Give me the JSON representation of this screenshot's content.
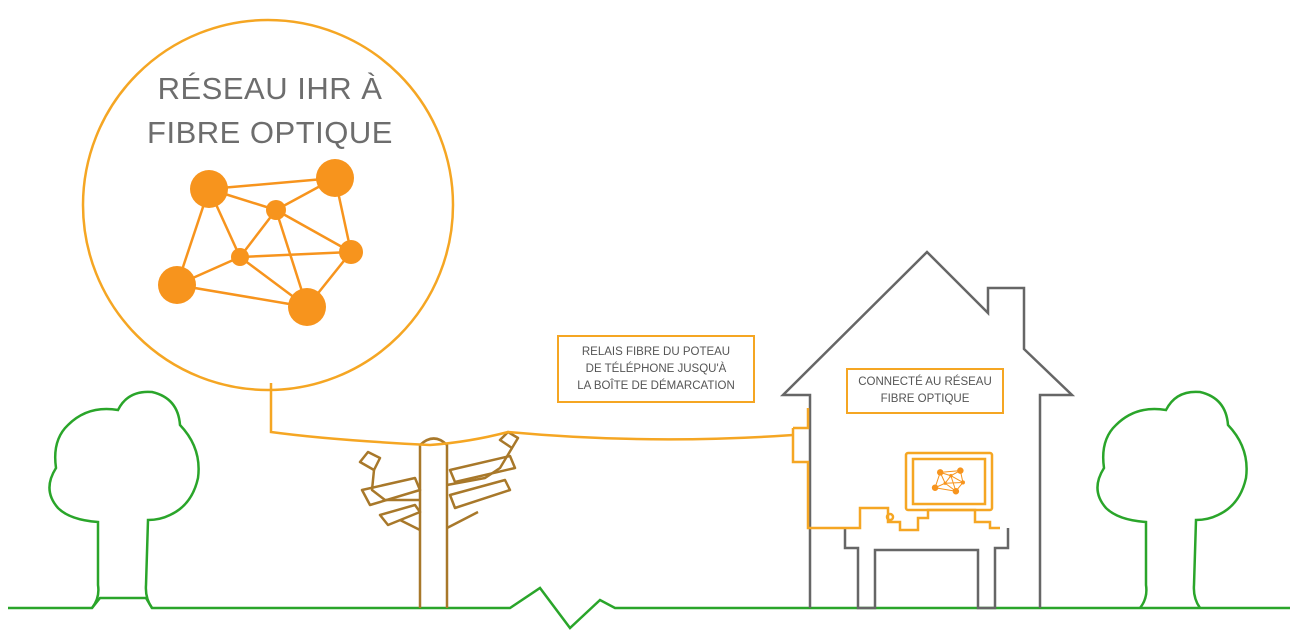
{
  "network": {
    "title_line1": "RÉSEAU IHR À",
    "title_line2": "FIBRE OPTIQUE"
  },
  "relay_label": {
    "line1": "RELAIS FIBRE DU POTEAU",
    "line2": "DE TÉLÉPHONE JUSQU'À",
    "line3": "LA BOÎTE DE DÉMARCATION"
  },
  "house_label": {
    "line1": "CONNECTÉ AU RÉSEAU",
    "line2": "FIBRE OPTIQUE"
  },
  "colors": {
    "fiber": "#f5a623",
    "node": "#f7941d",
    "house": "#666666",
    "pole": "#a8782a",
    "trees_ground": "#2aa52a"
  }
}
